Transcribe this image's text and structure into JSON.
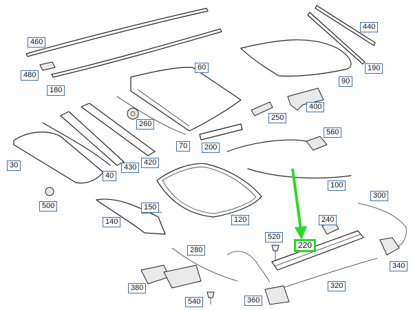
{
  "diagram": {
    "highlight_color": "#22dd22",
    "label_border_color": "#3b6fa8",
    "highlighted_label": "220",
    "labels": {
      "p460": "460",
      "p480": "480",
      "p180": "180",
      "p440": "440",
      "p190": "190",
      "p60": "60",
      "p90": "90",
      "p400": "400",
      "p260": "260",
      "p250": "250",
      "p560": "560",
      "p70": "70",
      "p200": "200",
      "p30": "30",
      "p40": "40",
      "p430": "430",
      "p420": "420",
      "p100": "100",
      "p500": "500",
      "p150": "150",
      "p140": "140",
      "p120": "120",
      "p300": "300",
      "p240": "240",
      "p520": "520",
      "p220": "220",
      "p280": "280",
      "p340": "340",
      "p380": "380",
      "p320": "320",
      "p360": "360",
      "p540": "540"
    }
  }
}
